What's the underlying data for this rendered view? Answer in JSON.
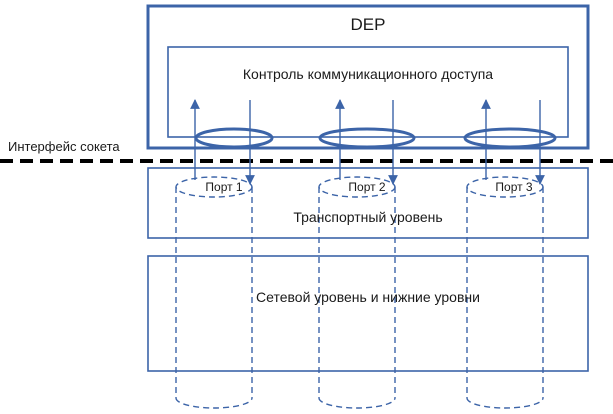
{
  "dep": {
    "title": "DEP"
  },
  "access_control": {
    "label": "Контроль коммуникационного доступа"
  },
  "socket_interface": {
    "label": "Интерфейс сокета"
  },
  "transport_layer": {
    "label": "Транспортный уровень"
  },
  "network_layer": {
    "label": "Сетевой уровень и нижние уровни"
  },
  "ports": [
    {
      "label": "Порт 1"
    },
    {
      "label": "Порт 2"
    },
    {
      "label": "Порт 3"
    }
  ],
  "colors": {
    "primary": "#3c64a8",
    "text": "#1a1a1a",
    "divider": "#000000"
  }
}
